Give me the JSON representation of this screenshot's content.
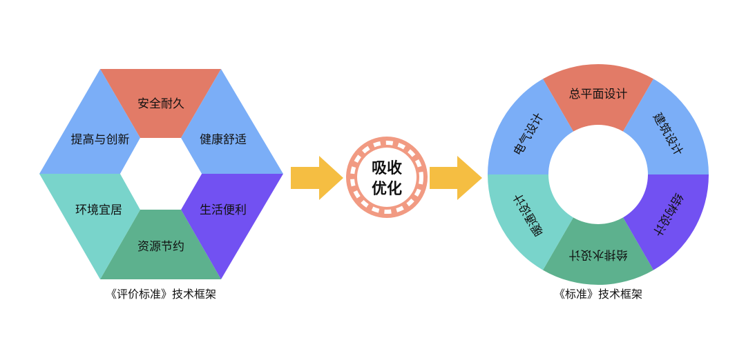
{
  "left_framework": {
    "caption": "《评价标准》技术框架",
    "segments": [
      {
        "label": "安全耐久",
        "color": "#E27B67"
      },
      {
        "label": "健康舒适",
        "color": "#7BAEF7"
      },
      {
        "label": "生活便利",
        "color": "#7251F2"
      },
      {
        "label": "资源节约",
        "color": "#5DB18E"
      },
      {
        "label": "环境宜居",
        "color": "#79D4CB"
      },
      {
        "label": "提高与创新",
        "color": "#7BAEF7"
      }
    ]
  },
  "center": {
    "line1": "吸收",
    "line2": "优化",
    "ring_color": "#F19A82",
    "arrow_color": "#F5BE42"
  },
  "right_framework": {
    "caption": "《标准》技术框架",
    "segments": [
      {
        "label": "总平面设计",
        "color": "#E27B67"
      },
      {
        "label": "建筑设计",
        "color": "#7BAEF7"
      },
      {
        "label": "结构设计",
        "color": "#7251F2"
      },
      {
        "label": "给排水设计",
        "color": "#5DB18E"
      },
      {
        "label": "暖通设计",
        "color": "#79D4CB"
      },
      {
        "label": "电气设计",
        "color": "#7BAEF7"
      }
    ]
  }
}
